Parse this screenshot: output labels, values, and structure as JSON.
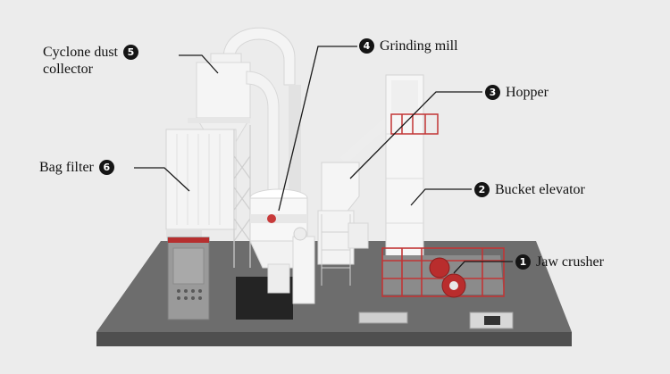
{
  "components": [
    {
      "number": "1",
      "label": "Jaw crusher"
    },
    {
      "number": "2",
      "label": "Bucket elevator"
    },
    {
      "number": "3",
      "label": "Hopper"
    },
    {
      "number": "4",
      "label": "Grinding mill"
    },
    {
      "number": "5",
      "label_line1": "Cyclone dust",
      "label_line2": "collector"
    },
    {
      "number": "6",
      "label": "Bag filter"
    }
  ],
  "colors": {
    "background": "#ececec",
    "base_top": "#6e6e6e",
    "machine_white": "#f7f7f7",
    "railing_red": "#c23535",
    "callout_line": "#1a1a1a"
  }
}
